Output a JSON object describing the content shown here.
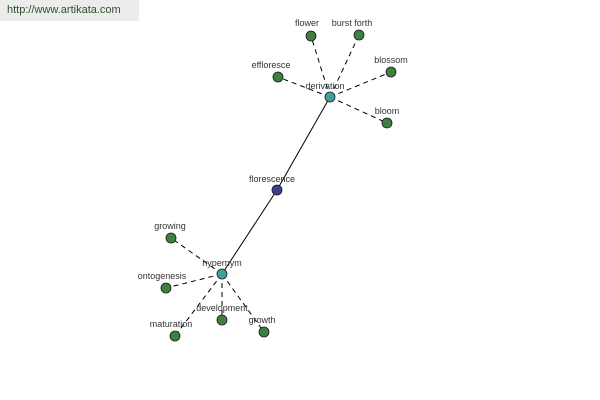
{
  "source": "http://www.artikata.com",
  "colors": {
    "center_node": "#3f3f8f",
    "hub_node": "#3f9f9f",
    "leaf_node": "#3f7f3f",
    "edge": "#000000"
  },
  "graph": {
    "center": {
      "id": "florescence",
      "label": "florescence"
    },
    "hubs": [
      {
        "id": "derivation",
        "label": "derivation"
      },
      {
        "id": "hypernym",
        "label": "hypernym"
      }
    ],
    "leaves": [
      {
        "id": "flower",
        "label": "flower",
        "hub": "derivation"
      },
      {
        "id": "burst-forth",
        "label": "burst forth",
        "hub": "derivation"
      },
      {
        "id": "effloresce",
        "label": "effloresce",
        "hub": "derivation"
      },
      {
        "id": "blossom",
        "label": "blossom",
        "hub": "derivation"
      },
      {
        "id": "bloom",
        "label": "bloom",
        "hub": "derivation"
      },
      {
        "id": "growing",
        "label": "growing",
        "hub": "hypernym"
      },
      {
        "id": "ontogenesis",
        "label": "ontogenesis",
        "hub": "hypernym"
      },
      {
        "id": "development",
        "label": "development",
        "hub": "hypernym"
      },
      {
        "id": "maturation",
        "label": "maturation",
        "hub": "hypernym"
      },
      {
        "id": "growth",
        "label": "growth",
        "hub": "hypernym"
      }
    ]
  }
}
